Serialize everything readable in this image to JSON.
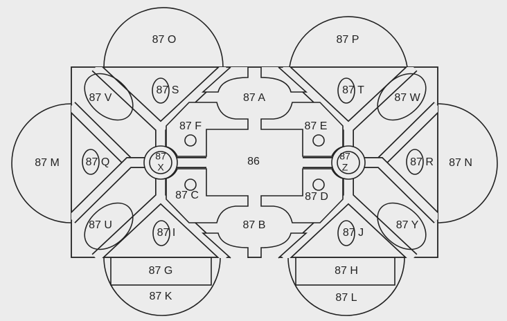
{
  "diagram": {
    "labels": {
      "o": "87 O",
      "p": "87 P",
      "m": "87 M",
      "n": "87 N",
      "v": "87 V",
      "w": "87 W",
      "u": "87 U",
      "y": "87 Y",
      "s": "87 S",
      "t": "87 T",
      "i": "87 I",
      "j": "87 J",
      "q": "87 Q",
      "r": "87 R",
      "x_num": "87",
      "x_letter": "X",
      "z_num": "87",
      "z_letter": "Z",
      "a": "87 A",
      "b": "87 B",
      "c": "87 C",
      "d": "87 D",
      "e": "87 E",
      "f": "87 F",
      "center": "86",
      "g": "87 G",
      "h": "87 H",
      "k": "87 K",
      "l": "87 L"
    }
  }
}
